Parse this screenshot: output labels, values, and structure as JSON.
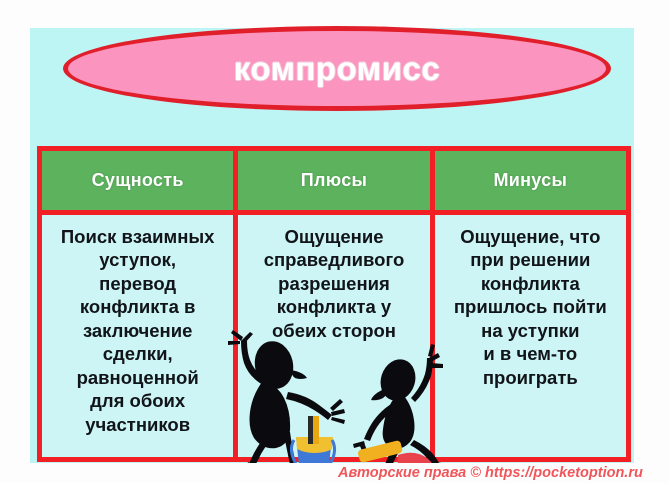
{
  "slide": {
    "title": "компромисс",
    "background_color": "#bdf4f4",
    "accent_color": "#f21f24",
    "title_fill_color": "#fb95bf",
    "header_fill_color": "#5cb25d"
  },
  "table": {
    "headers": [
      "Сущность",
      "Плюсы",
      "Минусы"
    ],
    "cells": [
      "Поиск взаимных\nуступок,\nперевод\nконфликта в\nзаключение\nсделки,\nравноценной\nдля обоих\nучастников",
      "Ощущение\nсправедливого\nразрешения\nконфликта у\nобеих сторон",
      "Ощущение, что\nпри решении\nконфликта\nпришлось пойти\nна уступки\nи в чем-то\nпроиграть"
    ]
  },
  "illustration": {
    "figure_left_name": "stick-figure-standing",
    "figure_right_name": "stick-figure-crouching",
    "bucket_name": "toy-bucket",
    "shovel_name": "toy-shovel",
    "figure_color": "#0b0b0f",
    "bucket_color": "#3f79d8",
    "shovel_color": "#f0b020"
  },
  "watermark": {
    "text": "Авторские права © https://pocketoption.ru",
    "color": "#f0555a"
  }
}
